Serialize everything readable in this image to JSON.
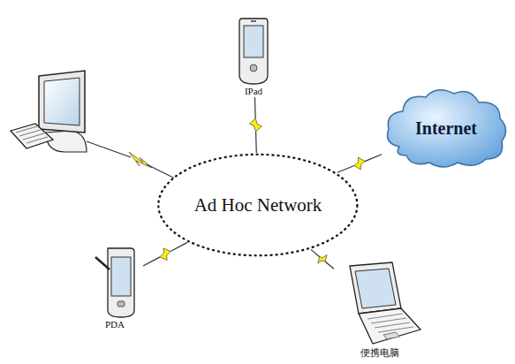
{
  "diagram": {
    "nodes": [
      {
        "text": [
          "IPad"
        ]
      },
      {
        "text": [
          "Internet"
        ]
      },
      {
        "text": [
          "Ad Hoc Network"
        ]
      },
      {
        "text": [
          "PDA"
        ]
      },
      {
        "text": [
          "便携电脑"
        ]
      }
    ],
    "edges": [
      {
        "from": 0,
        "to": 2,
        "arrow": "none"
      },
      {
        "from": 1,
        "to": 2,
        "arrow": "none"
      },
      {
        "from": 3,
        "to": 2,
        "arrow": "none"
      },
      {
        "from": 4,
        "to": 2,
        "arrow": "none"
      }
    ]
  }
}
